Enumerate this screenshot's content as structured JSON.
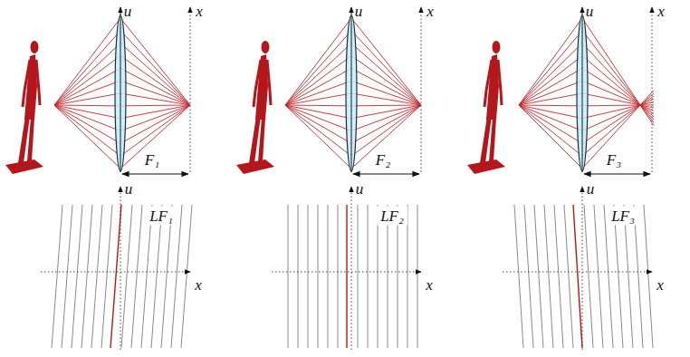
{
  "diagram": {
    "labels": [
      "u",
      "x",
      "F₁",
      "u",
      "x",
      "LF₁",
      "u",
      "x",
      "F₂",
      "u",
      "x",
      "LF₂",
      "u",
      "x",
      "F₃",
      "u",
      "x",
      "LF₃"
    ]
  }
}
